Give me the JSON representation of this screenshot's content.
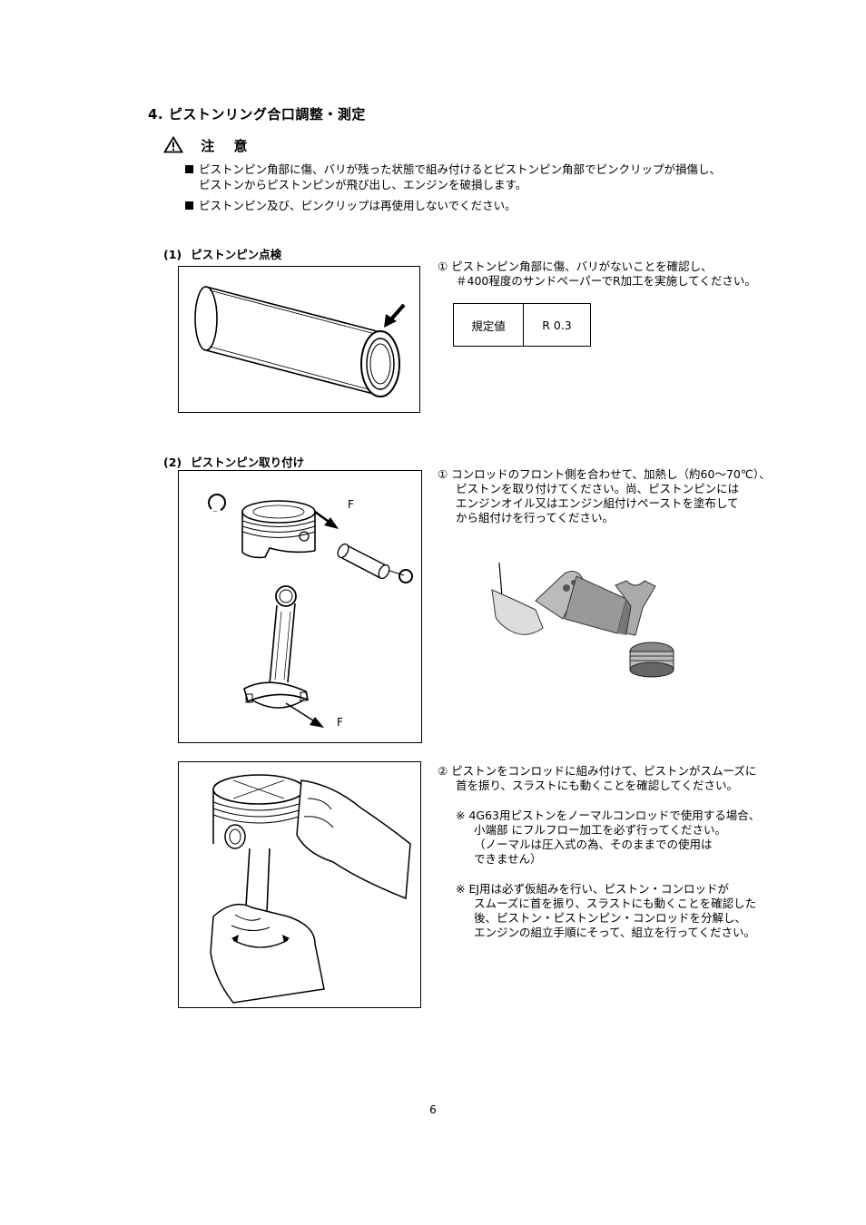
{
  "title": "4. ピストンリング合口調整・測定",
  "caution": {
    "label": "注 意",
    "bullets": [
      {
        "line1": "ピストンピン角部に傷、バリが残った状態で組み付けるとピストンピン角部でピンクリップが損傷し、",
        "line2": "ピストンからピストンピンが飛び出し、エンジンを破損します。"
      },
      {
        "line1": "ピストンピン及び、ピンクリップは再使用しないでください。"
      }
    ]
  },
  "section1": {
    "num": "(1)",
    "title": "ピストンピン点検",
    "step1": {
      "line1": "① ピストンピン角部に傷、バリがないことを確認し、",
      "line2": "＃400程度のサンドペーパーでR加工を実施してください。"
    },
    "spec": {
      "label": "規定値",
      "value": "R 0.3"
    }
  },
  "section2": {
    "num": "(2)",
    "title": "ピストンピン取り付け",
    "fig_label_top": "F",
    "fig_label_bottom": "F",
    "step1": {
      "line1": "① コンロッドのフロント側を合わせて、加熱し（約60～70℃）、",
      "line2": "ピストンを取り付けてください。尚、ピストンピンには",
      "line3": "エンジンオイル又はエンジン組付けペーストを塗布して",
      "line4": "から組付けを行ってください。"
    },
    "step2": {
      "line1": "② ピストンをコンロッドに組み付けて、ピストンがスムーズに",
      "line2": "首を振り、スラストにも動くことを確認してください。"
    },
    "note1": {
      "line1": "※ 4G63用ピストンをノーマルコンロッドで使用する場合、",
      "line2": "小端部 にフルフロー加工を必ず行ってください。",
      "line3": "（ノーマルは圧入式の為、そのままでの使用は",
      "line4": "できません）"
    },
    "note2": {
      "line1": "※ EJ用は必ず仮組みを行い、ピストン・コンロッドが",
      "line2": "スムーズに首を振り、スラストにも動くことを確認した",
      "line3": "後、ピストン・ピストンピン・コンロッドを分解し、",
      "line4": "エンジンの組立手順にそって、組立を行ってください。"
    }
  },
  "page_number": "6"
}
